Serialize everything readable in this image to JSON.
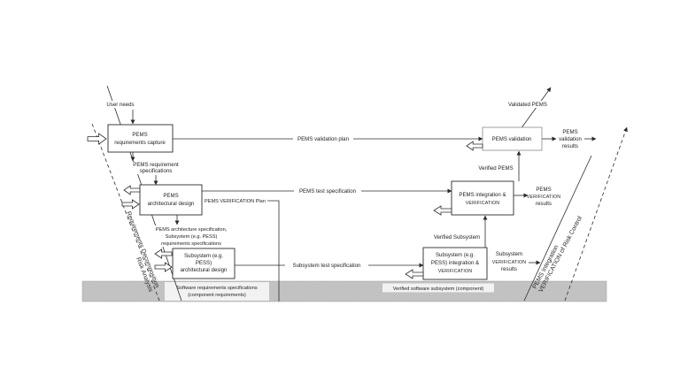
{
  "top": {
    "user_needs": "User needs",
    "validated_pems": "Validated PEMS"
  },
  "pems_level": {
    "requirements_capture": [
      "PEMS",
      "requirements capture"
    ],
    "validation_plan": "PEMS validation plan",
    "validation": "PEMS validation",
    "validation_results": [
      "PEMS",
      "validation",
      "results"
    ],
    "verified_pems": "Verified PEMS",
    "requirement_specifications": [
      "PEMS requirement",
      "specifications"
    ]
  },
  "architecture_level": {
    "architectural_design": [
      "PEMS",
      "architectural design"
    ],
    "verification_plan": "PEMS VERIFICATION Plan",
    "test_specification": "PEMS test specification",
    "integration_verification": [
      "PEMS integration &",
      "VERIFICATION"
    ],
    "verification_results": [
      "PEMS",
      "VERIFICATION",
      "results"
    ],
    "verified_subsystem": "Verified Subsystem",
    "architecture_specification": [
      "PEMS architecture specification,",
      "Subsystem (e.g. PESS)",
      "requirements specifications"
    ]
  },
  "subsystem_level": {
    "architectural_design": [
      "Subsystem (e.g.",
      "PESS)",
      "architectural design"
    ],
    "test_specification": "Subsystem test specification",
    "integration_verification": [
      "Subsystem (e.g.",
      "PESS) integration &",
      "VERIFICATION"
    ],
    "verification_results": [
      "Subsystem",
      "VERIFICATION",
      "results"
    ]
  },
  "component_level": {
    "software_requirements": [
      "Software requirements specifications",
      "(component requirements)"
    ],
    "verified_software": "Verified software subsystem (component)"
  },
  "sides": {
    "left": [
      "Requirements Decomposition",
      "Risk Analysis"
    ],
    "right": [
      "PEMS Integration",
      "VERIFICATION of Risk Control"
    ]
  }
}
